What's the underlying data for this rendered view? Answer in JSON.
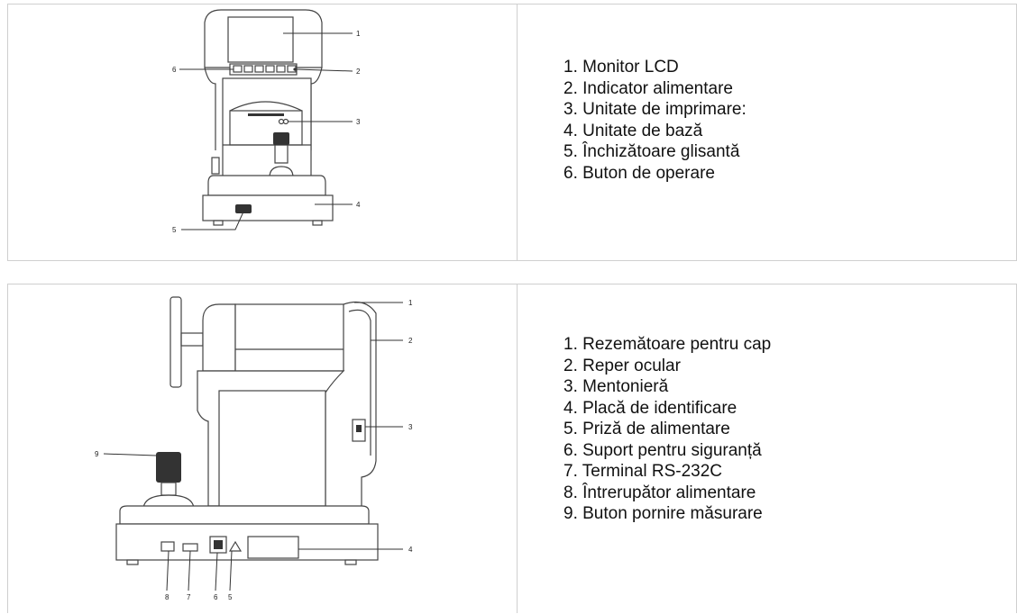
{
  "front_view": {
    "legend": [
      "1. Monitor LCD",
      "2. Indicator alimentare",
      "3. Unitate de imprimare:",
      "4. Unitate de bază",
      "5. Închizătoare glisantă",
      "6. Buton de operare"
    ],
    "callouts": [
      "1",
      "2",
      "3",
      "4",
      "5",
      "6"
    ]
  },
  "side_view": {
    "legend": [
      "1. Rezemătoare pentru cap",
      "2. Reper ocular",
      "3. Mentonieră",
      "4. Placă de identificare",
      "5. Priză de alimentare",
      "6. Suport pentru siguranță",
      "7. Terminal RS-232C",
      "8. Întrerupător alimentare",
      "9. Buton pornire măsurare"
    ],
    "callouts": [
      "1",
      "2",
      "3",
      "4",
      "5",
      "6",
      "7",
      "8",
      "9"
    ]
  }
}
